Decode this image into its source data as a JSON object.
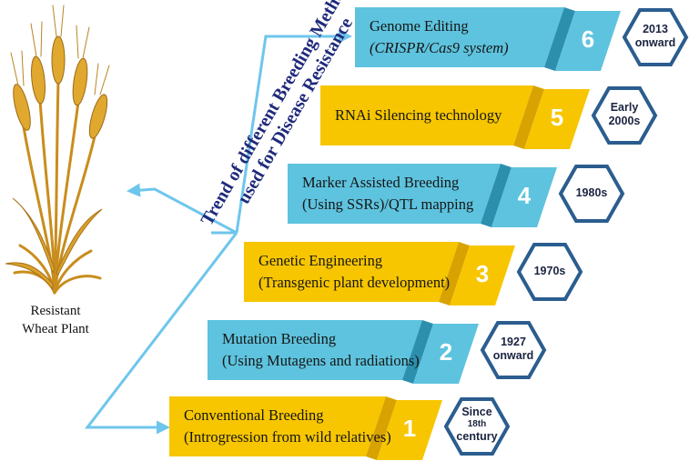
{
  "plant_label": "Resistant\nWheat Plant",
  "vertical_title": {
    "line1": "Trend of different Breeding Methods",
    "line2": "used for Disease Resistance"
  },
  "colors": {
    "blue": "#5ec3de",
    "blue_dark": "#2c8fae",
    "yellow": "#f7c600",
    "yellow_dark": "#d8a300",
    "hex_border": "#2b5d8f",
    "era_text": "#1a2340",
    "title_text": "#1f2a7c",
    "connector": "#6ec6ec",
    "wheat": "#d69b25"
  },
  "methods": [
    {
      "number": "6",
      "color": "blue",
      "line1": "Genome Editing",
      "line2": "(CRISPR/Cas9 system)",
      "era_line1": "2013",
      "era_line2": "onward",
      "era_sup": ""
    },
    {
      "number": "5",
      "color": "yellow",
      "line1": "RNAi Silencing technology",
      "line2": "",
      "era_line1": "Early",
      "era_line2": "2000s",
      "era_sup": ""
    },
    {
      "number": "4",
      "color": "blue",
      "line1": "Marker Assisted Breeding",
      "line2": "(Using SSRs)/QTL mapping",
      "era_line1": "1980s",
      "era_line2": "",
      "era_sup": ""
    },
    {
      "number": "3",
      "color": "yellow",
      "line1": "Genetic Engineering",
      "line2": "(Transgenic plant development)",
      "era_line1": "1970s",
      "era_line2": "",
      "era_sup": ""
    },
    {
      "number": "2",
      "color": "blue",
      "line1": "Mutation Breeding",
      "line2": "(Using Mutagens and radiations)",
      "era_line1": "1927",
      "era_line2": "onward",
      "era_sup": ""
    },
    {
      "number": "1",
      "color": "yellow",
      "line1": "Conventional Breeding",
      "line2": "(Introgression from wild relatives)",
      "era_line1": "Since",
      "era_line2": "century",
      "era_sup": "18th"
    }
  ]
}
